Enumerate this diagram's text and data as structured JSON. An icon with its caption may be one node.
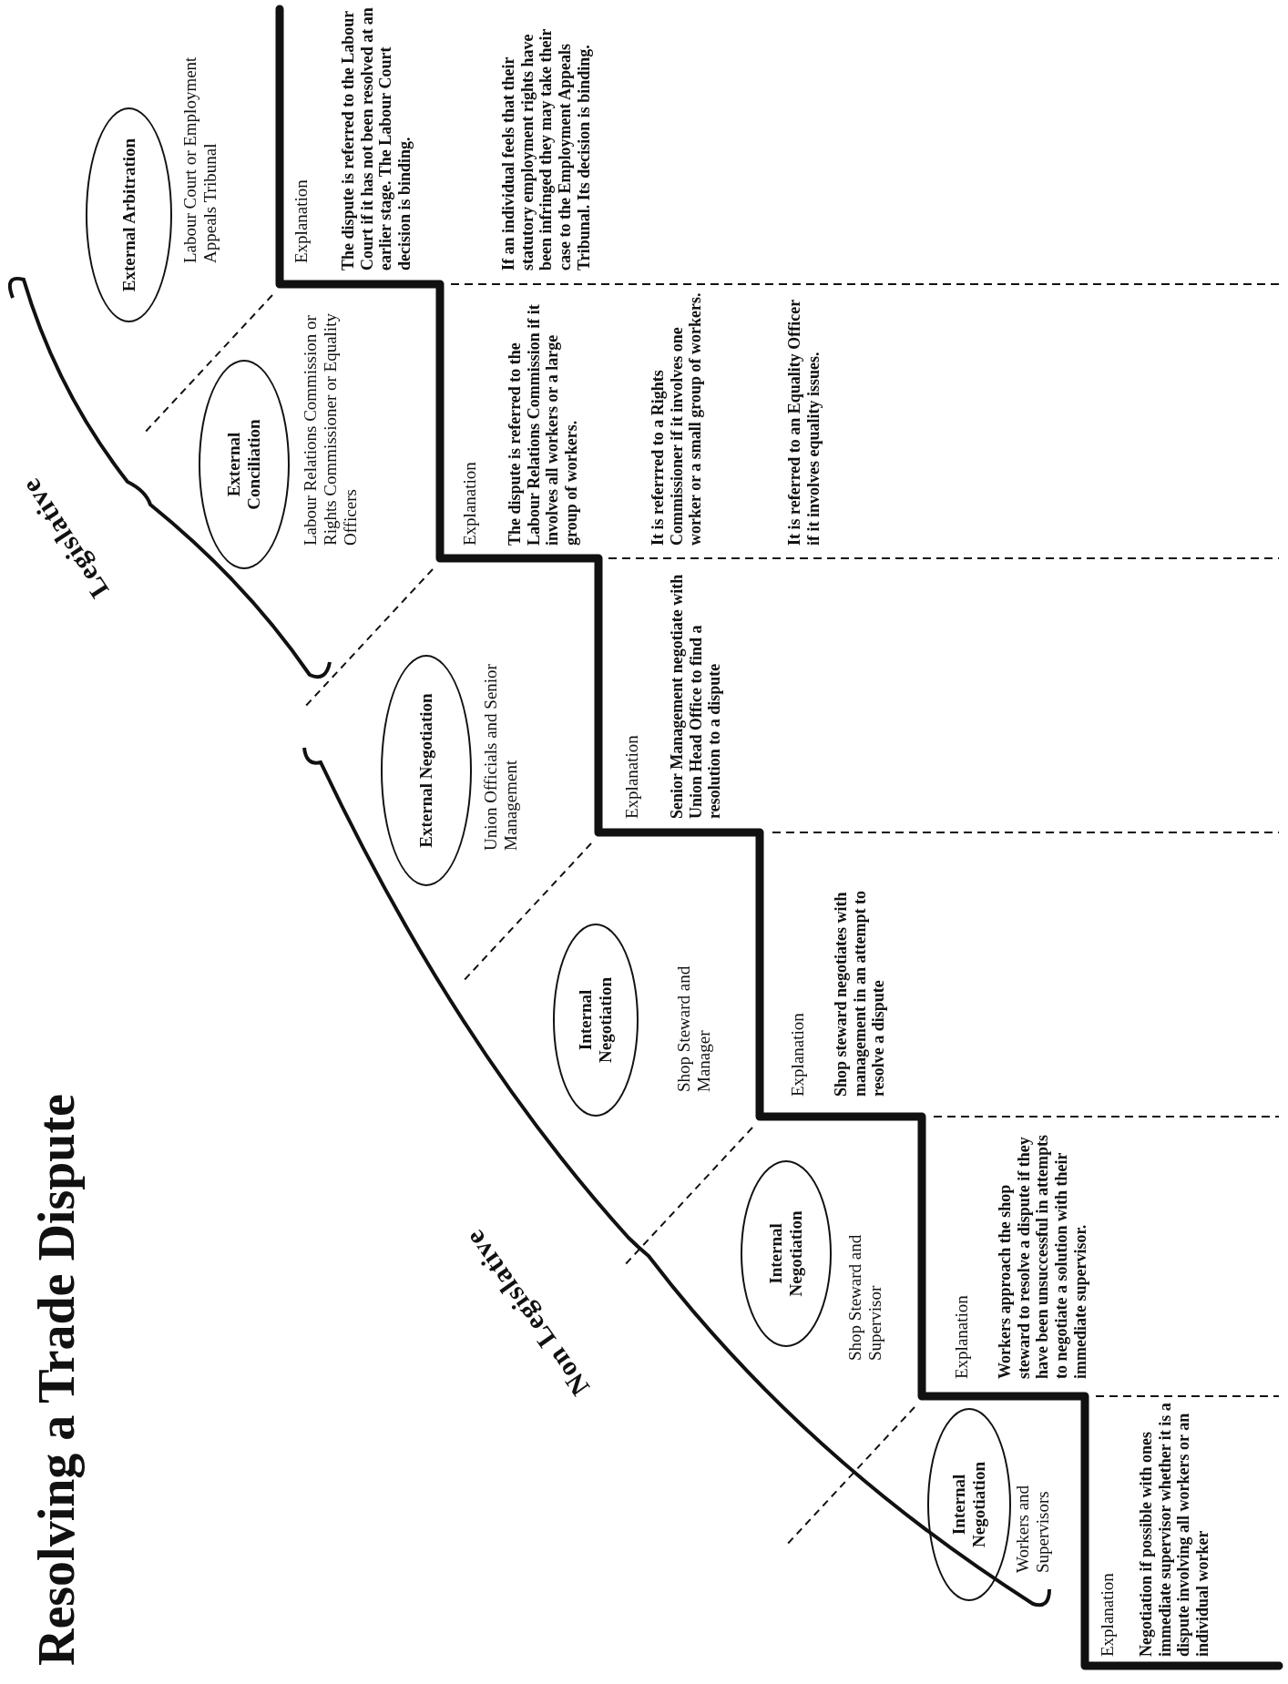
{
  "diagram": {
    "title": "Resolving a Trade Dispute",
    "nodes": [
      {
        "text": [
          "Internal Negotiation"
        ]
      },
      {
        "text": [
          "Internal Negotiation"
        ]
      },
      {
        "text": [
          "Internal Negotiation"
        ]
      },
      {
        "text": [
          "External Negotiation"
        ]
      },
      {
        "text": [
          "External Conciliation"
        ]
      },
      {
        "text": [
          "External Arbitration"
        ]
      }
    ],
    "labels": [
      "Non Legislative",
      "Legislative",
      "Workers and Supervisors",
      "Explanation",
      "Negotiation if possible with ones immediate supervisor whether it is a dispute involving all workers or an individual worker",
      "Shop Steward and Supervisor",
      "Explanation",
      "Workers approach the shop steward to resolve a dispute if they have been unsuccessful in attempts to negotiate a solution with their immediate supervisor.",
      "Shop Steward and Manager",
      "Explanation",
      "Shop steward negotiates with management in an attempt to resolve a dispute",
      "Union Officials and Senior Management",
      "Explanation",
      "Senior Management negotiate with Union Head Office to find a resolution to a dispute",
      "Labour Relations Commission or Rights Commissioner or Equality Officers",
      "Explanation",
      "The dispute is referred to the Labour Relations Commission if it involves all workers or a large group of workers.",
      "It is referrred to a Rights Commissioner if it involves one worker or a small group of workers.",
      "It is referred to an Equality Officer if it involves equality issues.",
      "Labour Court or Employment Appeals Tribunal",
      "Explanation",
      "The dispute is referred to the Labour Court if it has not been resolved at an earlier stage. The Labour Court decision is binding.",
      "If an individual feels that their statutory employment rights have been infringed they may take their case to the Employment Appeals Tribunal. Its decision is binding."
    ]
  }
}
